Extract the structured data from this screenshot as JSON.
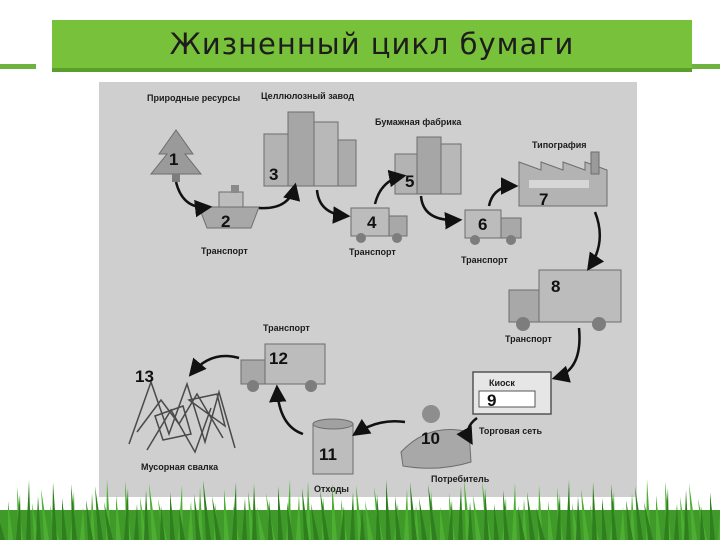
{
  "slide": {
    "title": "Жизненный цикл бумаги"
  },
  "diagram": {
    "stages": [
      {
        "number": "1",
        "label": "Природные ресурсы",
        "icon": "tree-icon"
      },
      {
        "number": "2",
        "label": "Транспорт",
        "icon": "ship-icon"
      },
      {
        "number": "3",
        "label": "Целлюлозный завод",
        "icon": "factory-buildings-icon"
      },
      {
        "number": "4",
        "label": "Транспорт",
        "icon": "truck-icon"
      },
      {
        "number": "5",
        "label": "Бумажная фабрика",
        "icon": "factory-buildings-icon"
      },
      {
        "number": "6",
        "label": "Транспорт",
        "icon": "truck-icon"
      },
      {
        "number": "7",
        "label": "Типография",
        "icon": "printing-house-icon"
      },
      {
        "number": "8",
        "label": "Транспорт",
        "icon": "truck-icon"
      },
      {
        "number": "9",
        "label": "Киоск",
        "icon": "kiosk-icon"
      },
      {
        "number": "10",
        "label": "Потребитель",
        "icon": "consumer-icon"
      },
      {
        "number": "11",
        "label": "Отходы",
        "icon": "waste-barrel-icon"
      },
      {
        "number": "12",
        "label": "Транспорт",
        "icon": "truck-icon"
      },
      {
        "number": "13",
        "label": "Мусорная свалка",
        "icon": "landfill-icon"
      }
    ],
    "extra_labels": {
      "retail": "Торговая сеть"
    }
  },
  "colors": {
    "title_bar": "#78c23b",
    "accent": "#6db33f",
    "panel": "#cfcfcf",
    "grass": "#3f9a2a"
  }
}
